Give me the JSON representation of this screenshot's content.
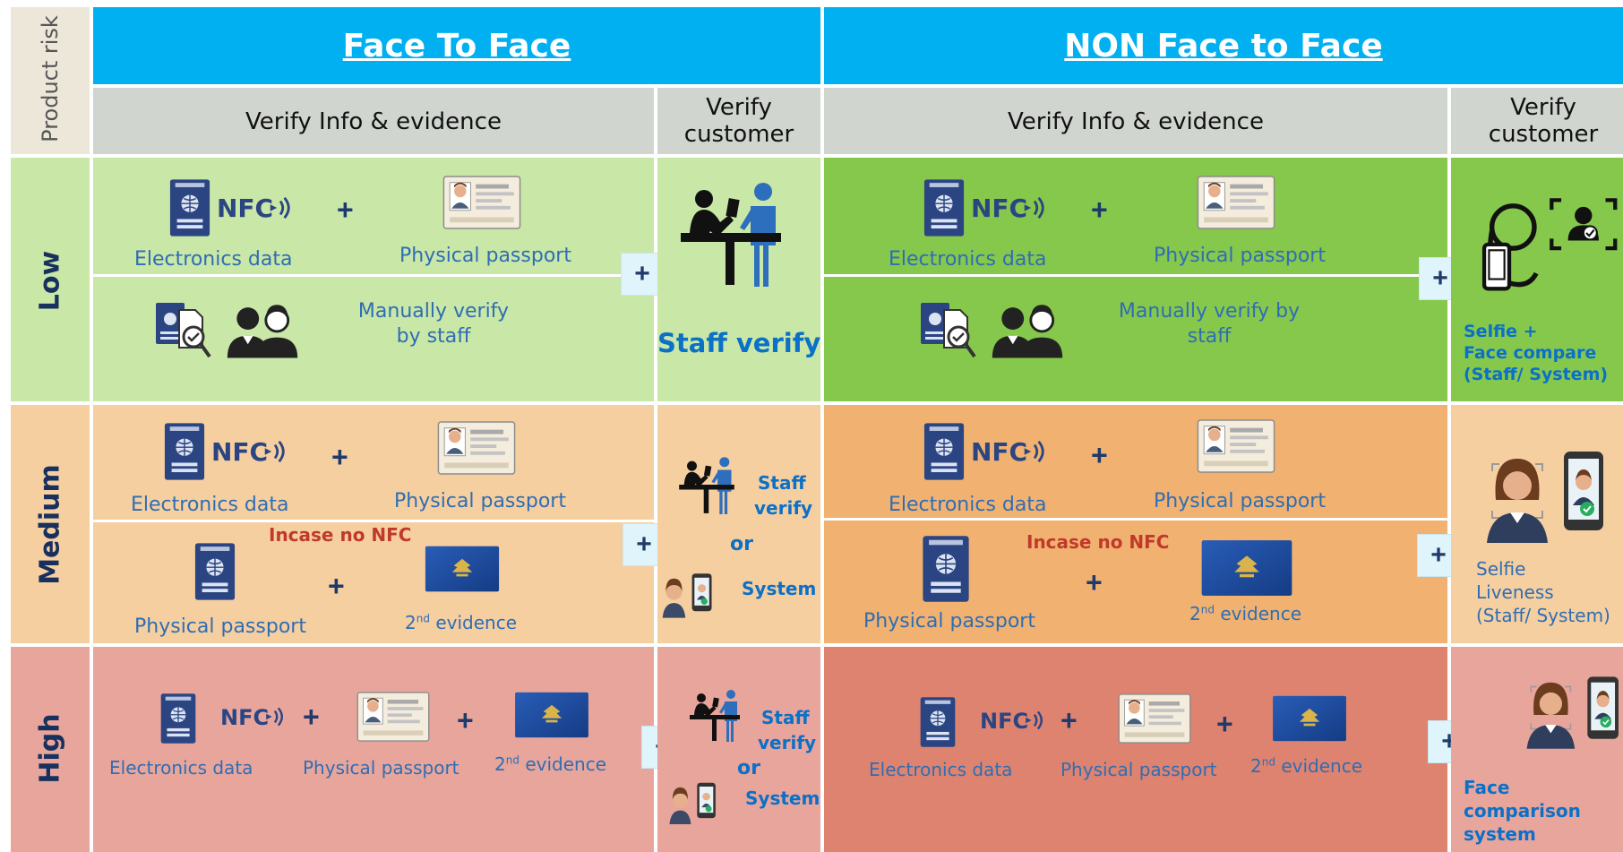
{
  "corner": {
    "label": "Product risk"
  },
  "headers": {
    "f2f_title": "Face To Face",
    "nonf2f_title": "NON Face to Face",
    "f2f_info": "Verify Info & evidence",
    "f2f_cust_l1": "Verify",
    "f2f_cust_l2": "customer",
    "nf_info": "Verify Info & evidence",
    "nf_cust_l1": "Verify",
    "nf_cust_l2": "customer"
  },
  "risk": {
    "low": "Low",
    "medium": "Medium",
    "high": "High"
  },
  "common": {
    "electronics": "Electronics data",
    "passport": "Physical passport",
    "evidence_prefix": "2",
    "evidence_sup": "nd",
    "evidence_suffix": " evidence",
    "nfc": "NFC",
    "plus": "+",
    "incase": "Incase no NFC",
    "or": "or",
    "system": "System",
    "staff": "Staff",
    "verify": "verify"
  },
  "low": {
    "f2f_manual_l1": "Manually verify",
    "f2f_manual_l2": "by staff",
    "f2f_staff_verify": "Staff verify",
    "nf_manual_l1": "Manually verify by",
    "nf_manual_l2": "staff",
    "nf_cust_l1": "Selfie +",
    "nf_cust_l2": "Face compare",
    "nf_cust_l3": "(Staff/ System)"
  },
  "medium": {
    "nf_cust_l1": "Selfie",
    "nf_cust_l2": "Liveness",
    "nf_cust_l3": "(Staff/ System)"
  },
  "high": {
    "nf_cust_l1": "Face",
    "nf_cust_l2": "comparison",
    "nf_cust_l3": "system"
  },
  "colors": {
    "header_blue": "#00b0f0",
    "subheader_gray": "#d0d6cf",
    "corner": "#ece7d8",
    "low_f2f": "#c9e7a7",
    "low_nf": "#86c84c",
    "med_f2f": "#f6cfa0",
    "med_nf": "#f1b271",
    "high_f2f": "#e8a59c",
    "high_nf": "#de8370",
    "low_side": "#c9e7a7",
    "med_side": "#f6cfa0",
    "high_side": "#e8a59c"
  }
}
